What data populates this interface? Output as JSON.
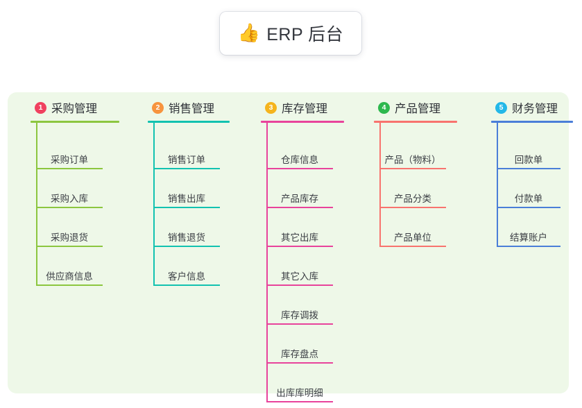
{
  "title": {
    "icon": "thumbs-up-icon",
    "emoji": "👍",
    "text": "ERP 后台"
  },
  "theme": {
    "panel_bg": "#eef8e8",
    "page_bg": "#ffffff",
    "stem_purple": "#5b63cf",
    "text": "#3b3e44"
  },
  "columns": [
    {
      "number": "1",
      "label": "采购管理",
      "color": "#8cc63f",
      "badge_color": "#f0415f",
      "items": [
        {
          "label": "采购订单"
        },
        {
          "label": "采购入库"
        },
        {
          "label": "采购退货"
        },
        {
          "label": "供应商信息"
        }
      ]
    },
    {
      "number": "2",
      "label": "销售管理",
      "color": "#12c2b0",
      "badge_color": "#f7943e",
      "items": [
        {
          "label": "销售订单"
        },
        {
          "label": "销售出库"
        },
        {
          "label": "销售退货"
        },
        {
          "label": "客户信息"
        }
      ]
    },
    {
      "number": "3",
      "label": "库存管理",
      "color": "#e8439b",
      "badge_color": "#f5b41d",
      "items": [
        {
          "label": "仓库信息"
        },
        {
          "label": "产品库存"
        },
        {
          "label": "其它出库"
        },
        {
          "label": "其它入库"
        },
        {
          "label": "库存调拨"
        },
        {
          "label": "库存盘点"
        },
        {
          "label": "出库库明细"
        }
      ]
    },
    {
      "number": "4",
      "label": "产品管理",
      "color": "#f8736e",
      "badge_color": "#2db84d",
      "items": [
        {
          "label": "产品（物料）"
        },
        {
          "label": "产品分类"
        },
        {
          "label": "产品单位"
        }
      ]
    },
    {
      "number": "5",
      "label": "财务管理",
      "color": "#4a7ed8",
      "badge_color": "#23b8e8",
      "items": [
        {
          "label": "回款单"
        },
        {
          "label": "付款单"
        },
        {
          "label": "结算账户"
        }
      ]
    }
  ]
}
